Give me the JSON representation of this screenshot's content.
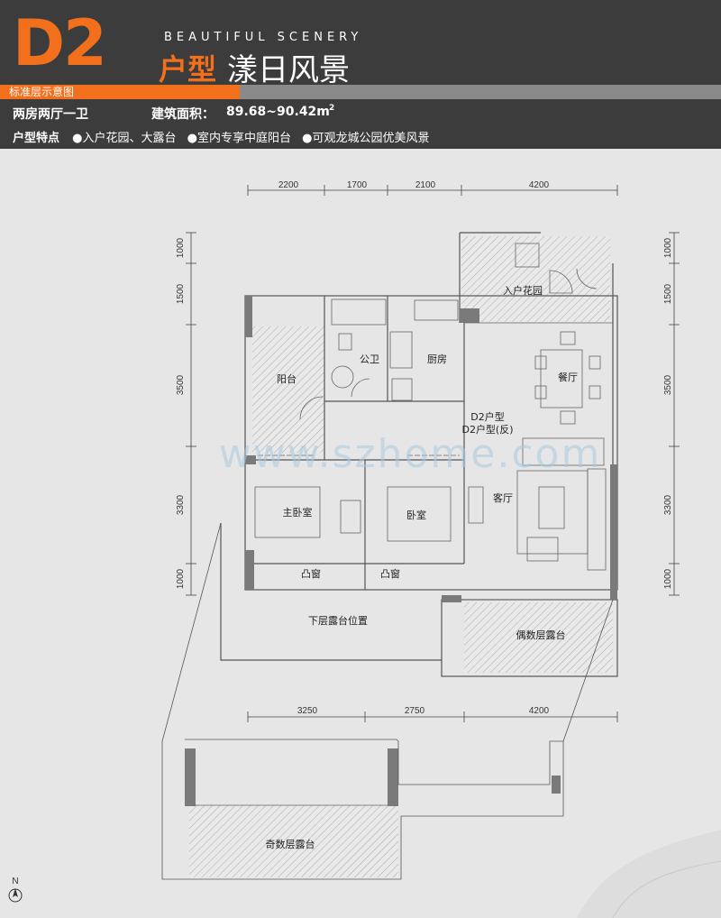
{
  "header": {
    "code": "D2",
    "english_title": "BEAUTIFUL SCENERY",
    "type_label": "户型",
    "name": "漾日风景",
    "subtitle": "标准层示意图",
    "layout": "两房两厅一卫",
    "area_label": "建筑面积：",
    "area_value": "89.68~90.42m",
    "area_unit_sup": "2",
    "features_title": "户型特点",
    "features": [
      "●入户花园、大露台",
      "●室内专享中庭阳台",
      "●可观龙城公园优美风景"
    ]
  },
  "colors": {
    "accent": "#f26f1c",
    "header_bg": "#3c3c3c",
    "subbar": "#8a8a8a",
    "background": "#e6e6e6",
    "wall": "#7a7a7a"
  },
  "plan": {
    "dims_top": [
      "2200",
      "1700",
      "2100",
      "4200"
    ],
    "dims_bottom": [
      "3250",
      "2750",
      "4200"
    ],
    "dims_left": [
      "1000",
      "1500",
      "3500",
      "3300",
      "1000"
    ],
    "dims_right": [
      "1000",
      "1500",
      "3500",
      "3300",
      "1000"
    ],
    "rooms": {
      "entry_garden": "入户花园",
      "balcony": "阳台",
      "bathroom": "公卫",
      "kitchen": "厨房",
      "dining": "餐厅",
      "type_d2": "D2户型",
      "type_d2_rev": "D2户型(反)",
      "master_bedroom": "主卧室",
      "bedroom": "卧室",
      "living": "客厅",
      "bay_window_1": "凸窗",
      "bay_window_2": "凸窗",
      "lower_terrace": "下层露台位置",
      "even_terrace": "偶数层露台",
      "odd_terrace": "奇数层露台"
    },
    "compass": "N",
    "watermark": "www.szhome.com"
  }
}
